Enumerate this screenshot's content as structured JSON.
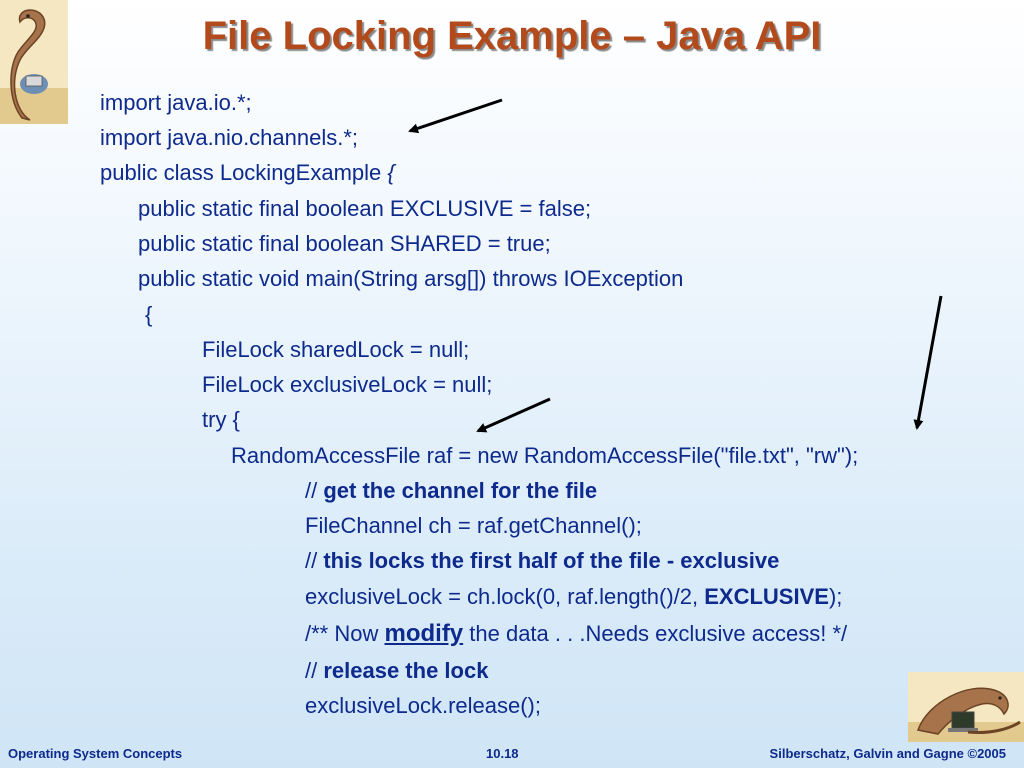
{
  "slide": {
    "title": "File Locking Example – Java API",
    "footer": {
      "left": "Operating System Concepts",
      "center": "10.18",
      "right": "Silberschatz, Galvin and Gagne ©2005"
    }
  },
  "code": {
    "l1": "import java.io.*;",
    "l2": "import java.nio.channels.*;",
    "l3_text": "public class LockingExample ",
    "l3_brace": "{",
    "l4": "public static final boolean EXCLUSIVE = false;",
    "l5": "public static final boolean SHARED = true;",
    "l6": "public static void main(String arsg[]) throws IOException",
    "l7": "{",
    "l8": "FileLock sharedLock = null;",
    "l9": "FileLock exclusiveLock = null;",
    "l10": "try {",
    "l11": "RandomAccessFile raf = new RandomAccessFile(\"file.txt\", \"rw\");",
    "l12_prefix": "// ",
    "l12_bold": "get the channel for the file",
    "l13": "FileChannel ch = raf.getChannel();",
    "l14_prefix": "// ",
    "l14_bold": "this locks the first half of the file - exclusive",
    "l15_prefix": "exclusiveLock = ch.lock(0, raf.length()/2, ",
    "l15_bold": "EXCLUSIVE",
    "l15_suffix": ");",
    "l16_prefix": "/** Now ",
    "l16_emph": "modify",
    "l16_suffix": " the data . . .Needs exclusive access! */",
    "l17_prefix": "// ",
    "l17_bold": "release the lock",
    "l18": "exclusiveLock.release();"
  },
  "colors": {
    "title": "#b24a1b",
    "text": "#0d2a8c",
    "arrow": "#000000"
  }
}
